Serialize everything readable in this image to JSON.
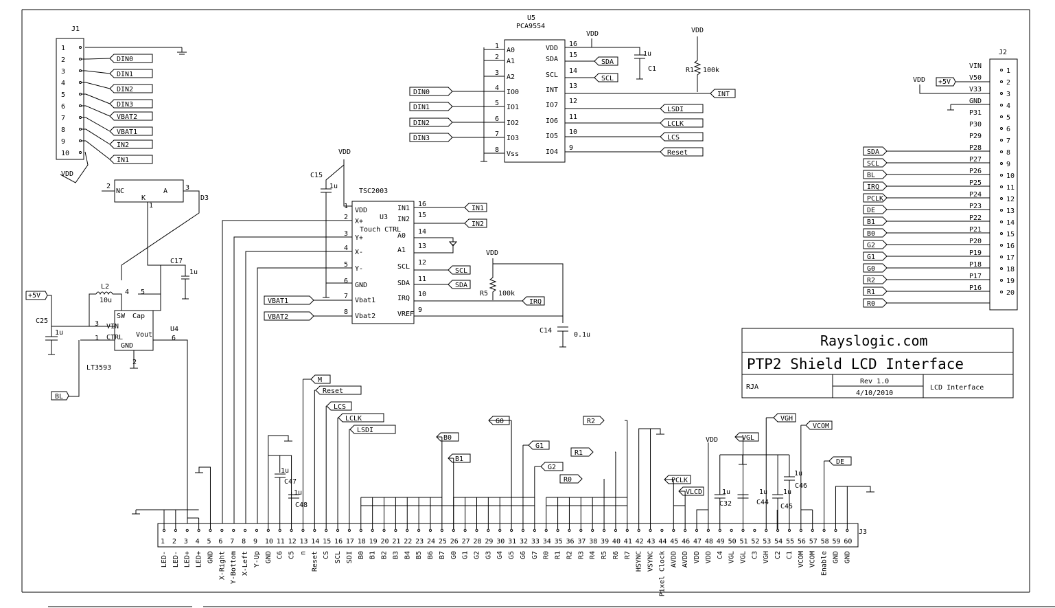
{
  "title_block": {
    "company": "Rayslogic.com",
    "title": "PTP2 Shield LCD Interface",
    "author": "RJA",
    "rev": "Rev 1.0",
    "date": "4/10/2010",
    "sheet_name": "LCD Interface"
  },
  "j1": {
    "ref": "J1",
    "pins": [
      "1",
      "2",
      "3",
      "4",
      "5",
      "6",
      "7",
      "8",
      "9",
      "10"
    ],
    "nets": [
      "DIN0",
      "DIN1",
      "DIN2",
      "DIN3",
      "VBAT2",
      "VBAT1",
      "IN2",
      "IN1"
    ],
    "vdd": "VDD"
  },
  "u5": {
    "ref": "U5",
    "part": "PCA9554",
    "left_names": [
      "A0",
      "A1",
      "A2",
      "IO0",
      "IO1",
      "IO2",
      "IO3",
      "Vss"
    ],
    "left_nums": [
      "1",
      "2",
      "3",
      "4",
      "5",
      "6",
      "7",
      "8"
    ],
    "right_names": [
      "VDD",
      "SDA",
      "SCL",
      "INT",
      "IO7",
      "IO6",
      "IO5",
      "IO4"
    ],
    "right_nums": [
      "16",
      "15",
      "14",
      "13",
      "12",
      "11",
      "10",
      "9"
    ],
    "in_nets": [
      "DIN0",
      "DIN1",
      "DIN2",
      "DIN3"
    ],
    "out_nets": [
      "SDA",
      "SCL",
      "INT",
      "LSDI",
      "LCLK",
      "LCS",
      "Reset"
    ],
    "vdd": "VDD",
    "c1": "C1",
    "c1_val": "1u",
    "r1": "R1",
    "r1_val": "100k"
  },
  "u3": {
    "ref": "U3",
    "part": "TSC2003",
    "subtitle": "Touch CTRL",
    "left_names": [
      "VDD",
      "X+",
      "Y+",
      "X-",
      "Y-",
      "GND",
      "Vbat1",
      "Vbat2"
    ],
    "left_nums": [
      "1",
      "2",
      "3",
      "4",
      "5",
      "6",
      "7",
      "8"
    ],
    "right_names": [
      "IN1",
      "IN2",
      "A0",
      "A1",
      "SCL",
      "SDA",
      "IRQ",
      "VREF"
    ],
    "right_nums": [
      "16",
      "15",
      "14",
      "13",
      "12",
      "11",
      "10",
      "9"
    ],
    "out_nets": [
      "IN1",
      "IN2",
      "SCL",
      "SDA",
      "IRQ"
    ],
    "in_nets": [
      "VBAT1",
      "VBAT2"
    ],
    "vdd": "VDD",
    "c15": "C15",
    "c15_val": "1u",
    "r5": "R5",
    "r5_val": "100k",
    "c14": "C14",
    "c14_val": "0.1u"
  },
  "u4": {
    "ref": "U4",
    "part": "LT3593",
    "pins": [
      "SW",
      "Cap",
      "VIN",
      "CTRL",
      "Vout",
      "GND"
    ],
    "pin_nums": [
      "4",
      "5",
      "3",
      "1",
      "6",
      "2"
    ],
    "l2": "L2",
    "l2_val": "10u",
    "c25": "C25",
    "c25_val": "1u",
    "c17": "C17",
    "c17_val": "1u",
    "d3": "D3",
    "d3_pins": [
      "NC",
      "A",
      "K"
    ],
    "d3_nums": [
      "2",
      "3",
      "1"
    ],
    "p5v": "+5V",
    "bl": "BL"
  },
  "j2": {
    "ref": "J2",
    "pins": [
      "1",
      "2",
      "3",
      "4",
      "5",
      "6",
      "7",
      "8",
      "9",
      "10",
      "11",
      "12",
      "13",
      "14",
      "15",
      "16",
      "17",
      "18",
      "19",
      "20"
    ],
    "names": [
      "VIN",
      "V50",
      "V33",
      "GND",
      "P31",
      "P30",
      "P29",
      "P28",
      "P27",
      "P26",
      "P25",
      "P24",
      "P23",
      "P22",
      "P21",
      "P20",
      "P19",
      "P18",
      "P17",
      "P16"
    ],
    "nets": [
      "SDA",
      "SCL",
      "BL",
      "IRQ",
      "PCLK",
      "DE",
      "B1",
      "B0",
      "G2",
      "G1",
      "G0",
      "R2",
      "R1",
      "R0"
    ],
    "p5v": "+5V",
    "vdd": "VDD"
  },
  "j3": {
    "ref": "J3",
    "pin_nums": [
      "1",
      "2",
      "3",
      "4",
      "5",
      "6",
      "7",
      "8",
      "9",
      "10",
      "11",
      "12",
      "13",
      "14",
      "15",
      "16",
      "17",
      "18",
      "19",
      "20",
      "21",
      "22",
      "23",
      "24",
      "25",
      "26",
      "27",
      "28",
      "29",
      "30",
      "31",
      "32",
      "33",
      "34",
      "35",
      "36",
      "37",
      "38",
      "39",
      "40",
      "41",
      "42",
      "43",
      "44",
      "45",
      "46",
      "47",
      "48",
      "49",
      "50",
      "51",
      "52",
      "53",
      "54",
      "55",
      "56",
      "57",
      "58",
      "59",
      "60"
    ],
    "pin_names": [
      "LED-",
      "LED-",
      "LED+",
      "LED+",
      "GND",
      "X-Right",
      "Y-Bottom",
      "X-Left",
      "Y-Up",
      "GND",
      "C6",
      "C5",
      "n",
      "Reset",
      "CS",
      "SCL",
      "SDI",
      "B0",
      "B1",
      "B2",
      "B3",
      "B4",
      "B5",
      "B6",
      "B7",
      "G0",
      "G1",
      "G2",
      "G3",
      "G4",
      "G5",
      "G6",
      "G7",
      "R0",
      "R1",
      "R2",
      "R3",
      "R4",
      "R5",
      "R6",
      "R7",
      "HSYNC",
      "VSYNC",
      "Pixel Clock",
      "AVDD",
      "AVDD",
      "VDD",
      "VDD",
      "C4",
      "VGL",
      "VGL",
      "C3",
      "VGH",
      "C2",
      "C1",
      "VCOM",
      "VCOM",
      "Enable",
      "GND",
      "GND"
    ],
    "top_nets": [
      "M",
      "Reset",
      "LCS",
      "LCLK",
      "LSDI",
      "B0",
      "B1",
      "G0",
      "G1",
      "G2",
      "R2",
      "R1",
      "R0",
      "PCLK",
      "VLCD",
      "VGH",
      "VGL",
      "VCOM",
      "DE"
    ],
    "caps": [
      "C47",
      "C48",
      "C32",
      "C44",
      "C45",
      "C46"
    ],
    "cap_val": "1u",
    "vdd": "VDD"
  }
}
